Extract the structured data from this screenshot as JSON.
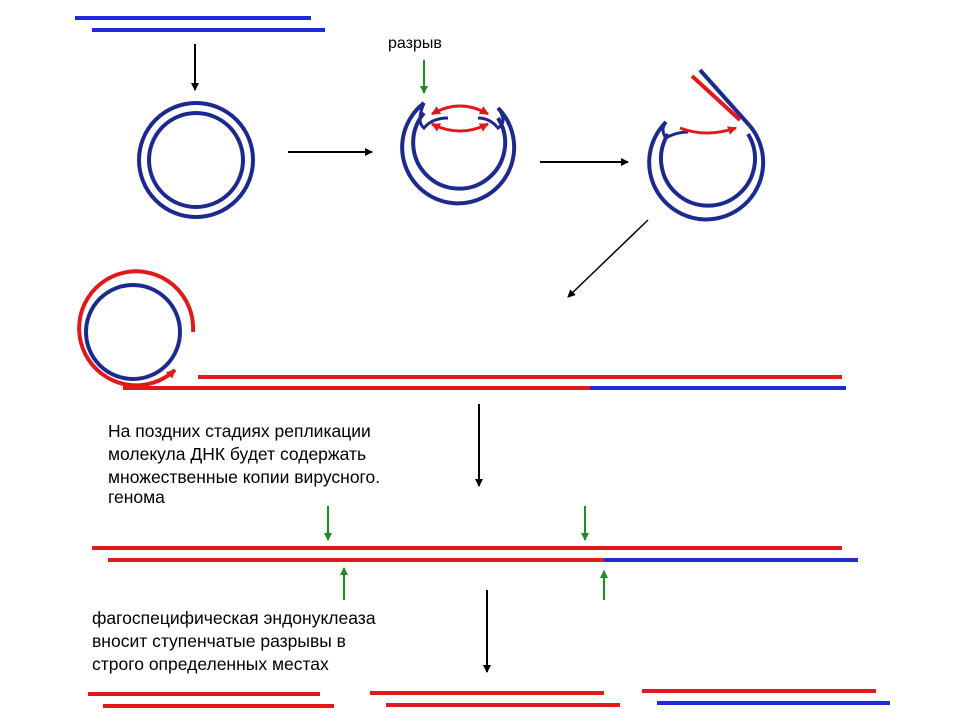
{
  "labels": {
    "break": "разрыв",
    "late_stage": [
      "На поздних стадиях репликации",
      "молекула ДНК будет содержать",
      "множественные копии вирусного.",
      "генома"
    ],
    "endonuclease": [
      "фагоспецифическая эндонуклеаза",
      "вносит ступенчатые разрывы в",
      "строго определенных местах"
    ]
  },
  "colors": {
    "parental_strand": "#1c2a8e",
    "new_strand": "#e01a1a",
    "bright_blue": "#1c2ad8",
    "arrow": "#000000",
    "cut_marker": "#228b22"
  }
}
